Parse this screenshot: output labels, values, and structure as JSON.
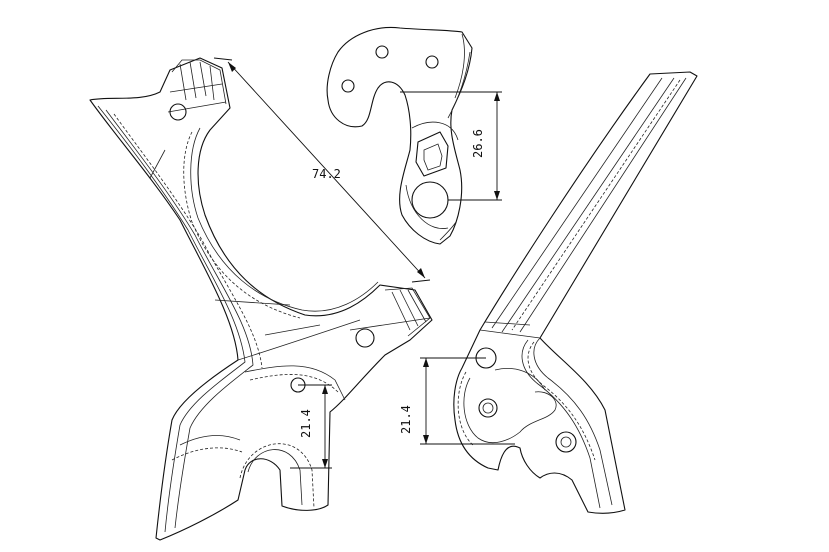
{
  "dimensions": {
    "left_diagonal": "74.2",
    "center_vertical": "26.6",
    "left_vertical": "21.4",
    "right_vertical": "21.4"
  }
}
